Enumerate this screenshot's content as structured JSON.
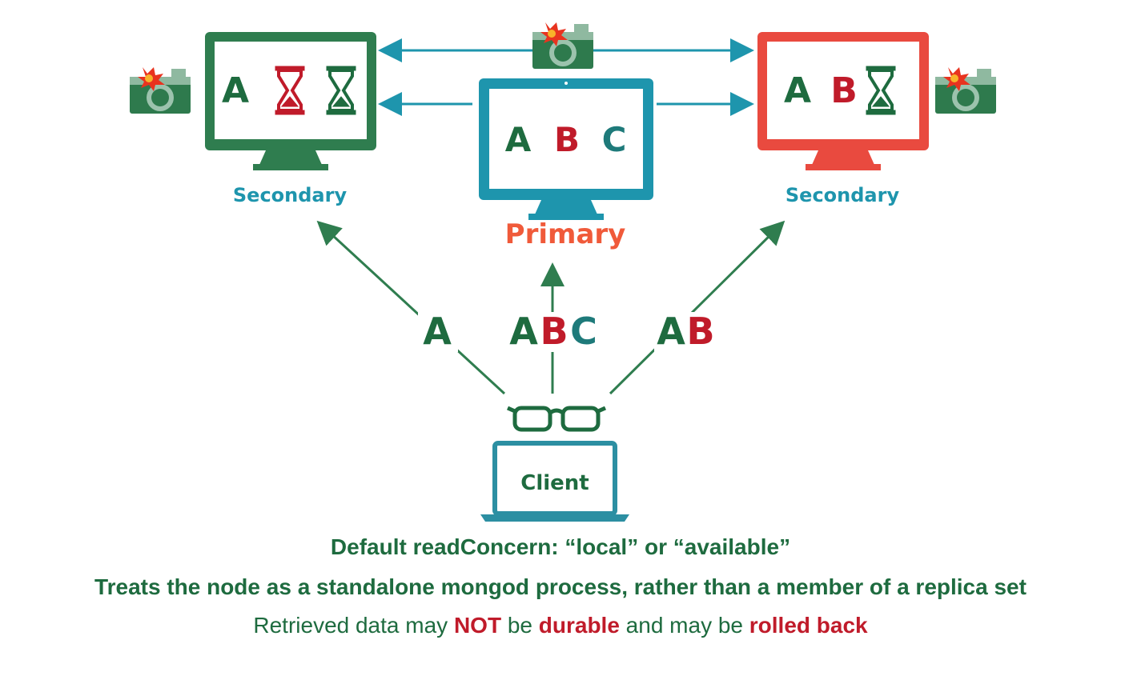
{
  "colors": {
    "green": "#2f7d4f",
    "dark_green": "#1e6b3f",
    "blue": "#1e95ad",
    "red": "#e94a3f",
    "crimson": "#c01b2a",
    "orange": "#f05a3a"
  },
  "nodes": {
    "secondary_left": {
      "label": "Secondary",
      "screen": [
        "A"
      ]
    },
    "primary": {
      "label": "Primary",
      "screen": [
        "A",
        "B",
        "C"
      ]
    },
    "secondary_right": {
      "label": "Secondary",
      "screen": [
        "A",
        "B"
      ]
    }
  },
  "client": {
    "label": "Client"
  },
  "reads": {
    "left": "A",
    "middle_a": "A",
    "middle_b": "B",
    "middle_c": "C",
    "right_a": "A",
    "right_b": "B"
  },
  "captions": {
    "line1": "Default readConcern: “local” or “available”",
    "line2": "Treats the node as a standalone mongod process, rather than a member of a replica set",
    "line3": {
      "part1": "Retrieved data may ",
      "not": "NOT",
      "part2": " be ",
      "durable": "durable",
      "part3": " and may be ",
      "rolled_back": "rolled back"
    }
  },
  "icons": [
    "hourglass-icon",
    "camera-icon",
    "glasses-icon",
    "monitor-icon",
    "laptop-icon"
  ]
}
